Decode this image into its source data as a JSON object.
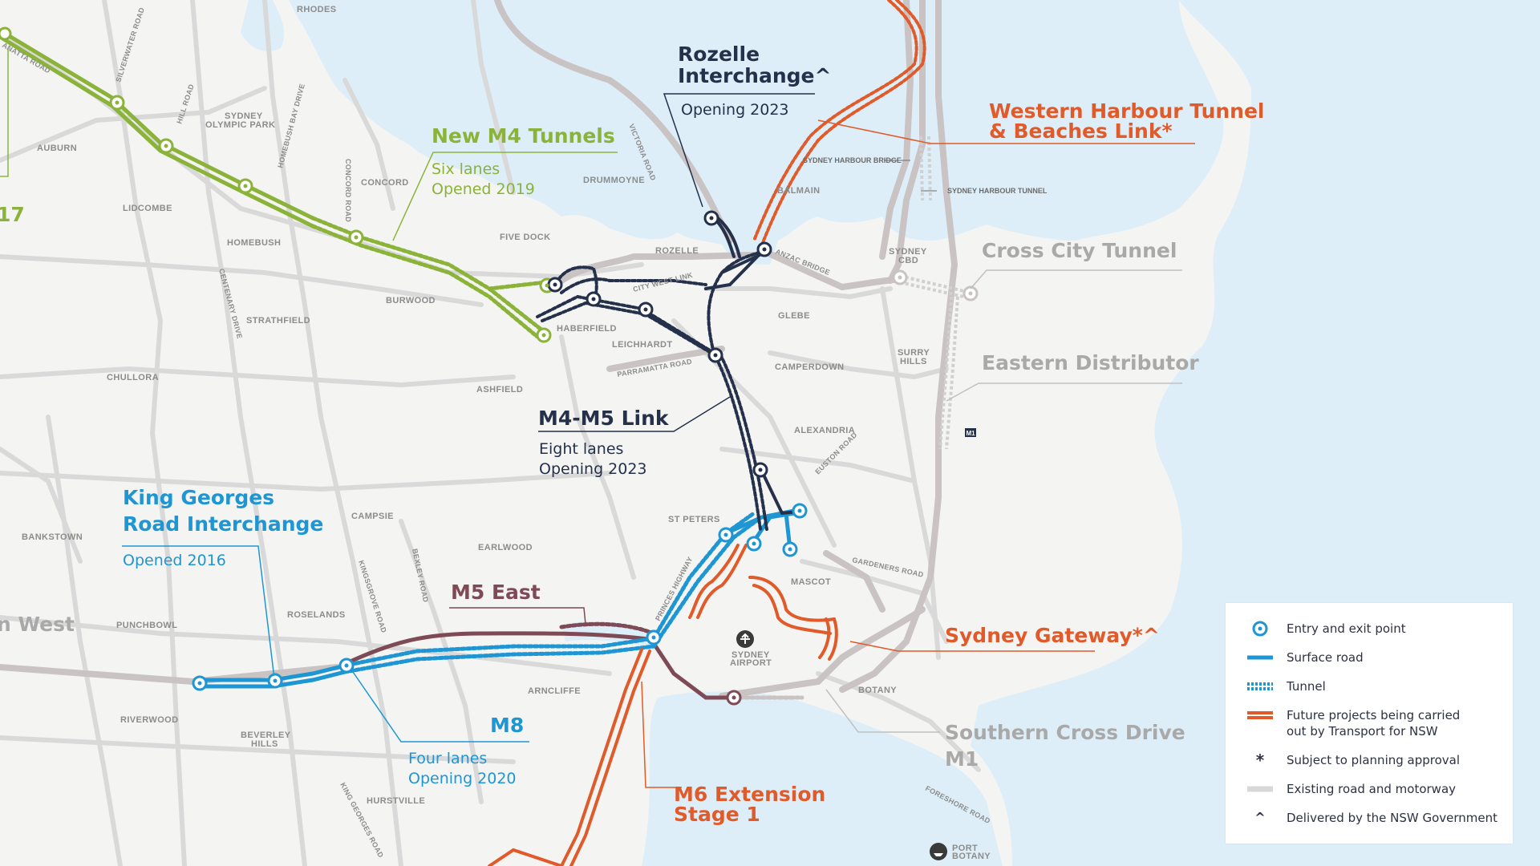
{
  "colors": {
    "background": "#f4f4f2",
    "water": "#ddeef8",
    "road": "#d8d8d8",
    "navy": "#25304a",
    "green": "#8bb33a",
    "blue": "#1e96d3",
    "orange": "#e05a2a",
    "maroon": "#7d4a56",
    "grey_title": "#a9a9a9"
  },
  "projects": {
    "rozelle": {
      "title_1": "Rozelle",
      "title_2": "Interchange^",
      "status": "Opening 2023"
    },
    "whtbl": {
      "title_1": "Western Harbour Tunnel",
      "title_2": "& Beaches Link*"
    },
    "m4": {
      "title": "New M4 Tunnels",
      "lanes": "Six lanes",
      "status": "Opened 2019"
    },
    "cross_city": {
      "title": "Cross City Tunnel"
    },
    "eastern_dist": {
      "title": "Eastern Distributor"
    },
    "m4m5": {
      "title": "M4-M5 Link",
      "lanes": "Eight lanes",
      "status": "Opening 2023"
    },
    "king_georges": {
      "title_1": "King Georges",
      "title_2": "Road Interchange",
      "status": "Opened 2016"
    },
    "m5east": {
      "title": "M5 East"
    },
    "m8": {
      "title": "M8",
      "lanes": "Four lanes",
      "status": "Opening 2020"
    },
    "gateway": {
      "title": "Sydney Gateway*^"
    },
    "scd": {
      "title_1": "Southern Cross Drive",
      "title_2": "M1"
    },
    "m6": {
      "title_1": "M6 Extension",
      "title_2": "Stage 1"
    },
    "m5west": {
      "title": "n West"
    },
    "m7": {
      "title": "17"
    }
  },
  "suburbs": {
    "rhodes": "RHODES",
    "sop_1": "SYDNEY",
    "sop_2": "OLYMPIC PARK",
    "auburn": "AUBURN",
    "concord": "CONCORD",
    "drummoyne": "DRUMMOYNE",
    "balmain": "BALMAIN",
    "lidcombe": "LIDCOMBE",
    "five_dock": "FIVE DOCK",
    "rozelle": "ROZELLE",
    "cbd_1": "SYDNEY",
    "cbd_2": "CBD",
    "homebush": "HOMEBUSH",
    "burwood": "BURWOOD",
    "haberfield": "HABERFIELD",
    "glebe": "GLEBE",
    "strathfield": "STRATHFIELD",
    "leichhardt": "LEICHHARDT",
    "surry_1": "SURRY",
    "surry_2": "HILLS",
    "camperdown": "CAMPERDOWN",
    "chullora": "CHULLORA",
    "ashfield": "ASHFIELD",
    "alexandria": "ALEXANDRIA",
    "campsie": "CAMPSIE",
    "st_peters": "ST PETERS",
    "bankstown": "BANKSTOWN",
    "earlwood": "EARLWOOD",
    "mascot": "MASCOT",
    "punchbowl": "PUNCHBOWL",
    "roselands": "ROSELANDS",
    "riverwood": "RIVERWOOD",
    "arncliffe": "ARNCLIFFE",
    "botany": "BOTANY",
    "beverley_1": "BEVERLEY",
    "beverley_2": "HILLS",
    "hurstville": "HURSTVILLE",
    "airport_1": "SYDNEY",
    "airport_2": "AIRPORT",
    "port_1": "PORT",
    "port_2": "BOTANY"
  },
  "roads": {
    "parramatta_top": "ANATTA ROAD",
    "silverwater": "SILVERWATER ROAD",
    "hill": "HILL ROAD",
    "homebush_bay": "HOMEBUSH BAY DRIVE",
    "concord_rd": "CONCORD ROAD",
    "victoria": "VICTORIA ROAD",
    "harbour_bridge": "SYDNEY HARBOUR BRIDGE",
    "harbour_tunnel": "SYDNEY HARBOUR TUNNEL",
    "anzac": "ANZAC BRIDGE",
    "city_west": "CITY WEST LINK",
    "centenary": "CENTENARY DRIVE",
    "parramatta_rd": "PARRAMATTA ROAD",
    "euston": "EUSTON ROAD",
    "gardeners": "GARDENERS ROAD",
    "princes": "PRINCES HIGHWAY",
    "kingsgrove": "KINGSGROVE ROAD",
    "bexley": "BEXLEY ROAD",
    "king_georges": "KING GEORGES ROAD",
    "foreshore": "FORESHORE ROAD",
    "m1_shield": "M1"
  },
  "legend": {
    "entry_exit": "Entry and exit point",
    "surface": "Surface road",
    "tunnel": "Tunnel",
    "future_1": "Future projects being carried",
    "future_2": "out by Transport for NSW",
    "planning": "Subject to planning approval",
    "existing": "Existing road and motorway",
    "delivered": "Delivered by the NSW Government",
    "star_symbol": "*",
    "caret_symbol": "^"
  }
}
